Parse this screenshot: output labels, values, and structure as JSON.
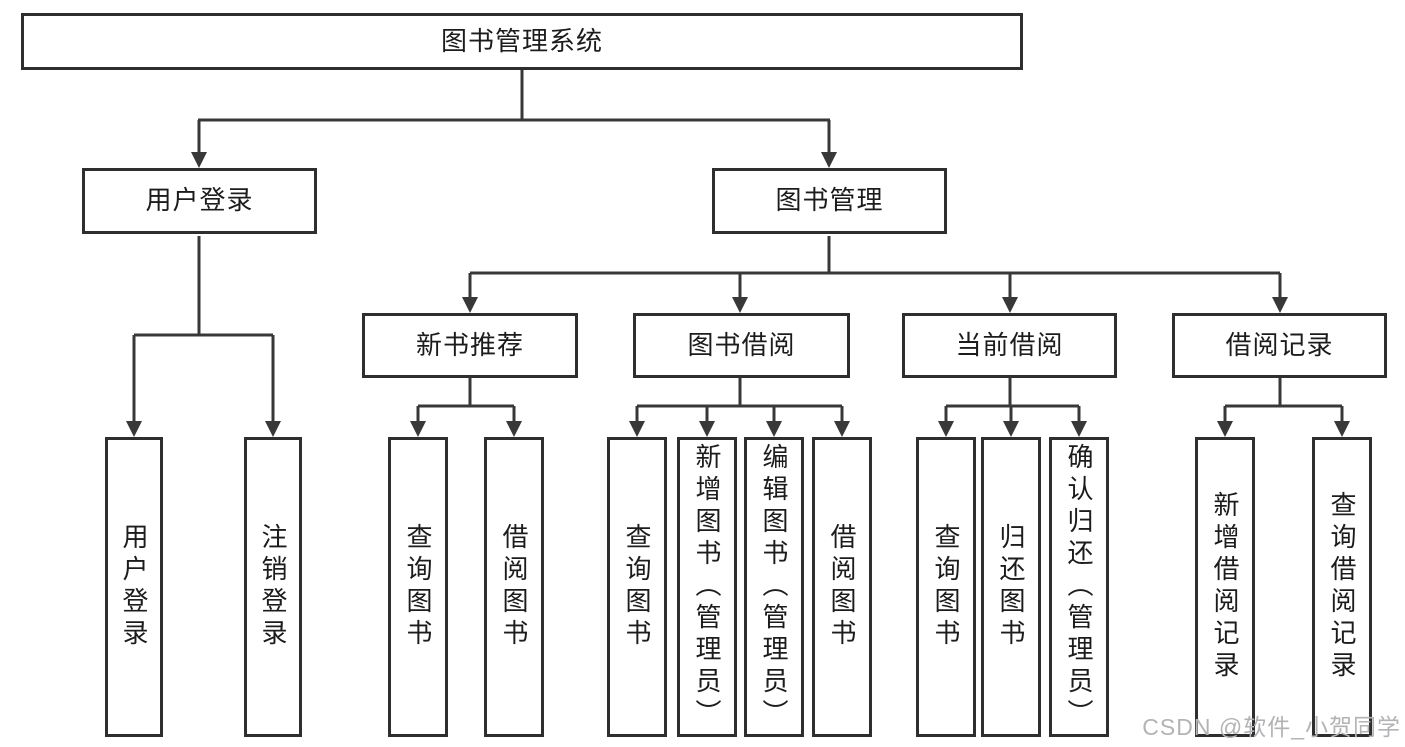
{
  "tree": {
    "root": {
      "label": "图书管理系统"
    },
    "branches": [
      {
        "label": "用户登录",
        "children": [
          "用户登录",
          "注销登录"
        ]
      },
      {
        "label": "图书管理",
        "modules": [
          {
            "label": "新书推荐",
            "children": [
              "查询图书",
              "借阅图书"
            ]
          },
          {
            "label": "图书借阅",
            "children": [
              "查询图书",
              "新增图书（管理员）",
              "编辑图书（管理员）",
              "借阅图书"
            ]
          },
          {
            "label": "当前借阅",
            "children": [
              "查询图书",
              "归还图书",
              "确认归还（管理员）"
            ]
          },
          {
            "label": "借阅记录",
            "children": [
              "新增借阅记录",
              "查询借阅记录"
            ]
          }
        ]
      }
    ]
  },
  "watermark": {
    "text": "CSDN @软件_小贺同学"
  },
  "colors": {
    "background": "#ffffff",
    "line": "#383838",
    "box_border": "#2e2e2e",
    "text": "#1c1c1c",
    "watermark": "#b5b2b6"
  }
}
